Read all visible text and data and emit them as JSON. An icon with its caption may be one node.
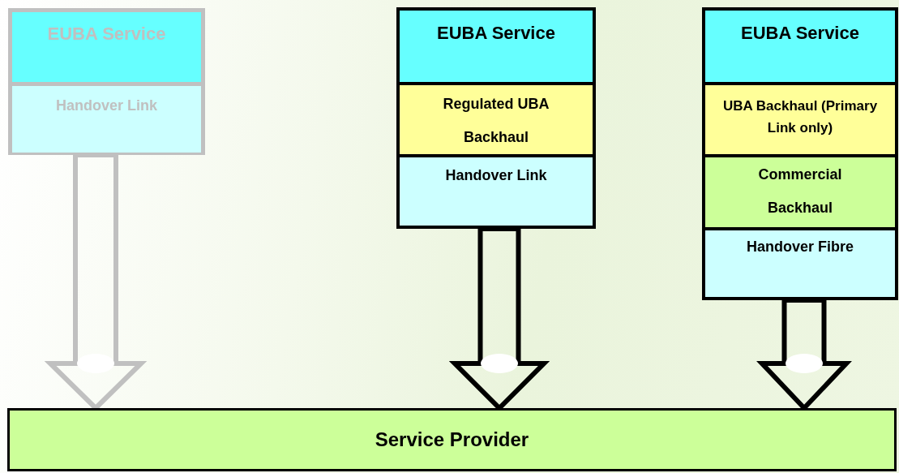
{
  "diagram": {
    "nodes": [
      {
        "text": [],
        "shape": "box"
      },
      {
        "text": [
          "EUBA Service"
        ],
        "in": 0
      },
      {
        "text": [
          "Handover Link"
        ],
        "in": 0
      },
      {
        "text": [],
        "shape": "box"
      },
      {
        "text": [
          "EUBA Service"
        ],
        "in": 3
      },
      {
        "text": [
          "Regulated UBA Backhaul"
        ],
        "in": 3
      },
      {
        "text": [
          "Handover Link"
        ],
        "in": 3
      },
      {
        "text": [],
        "shape": "box"
      },
      {
        "text": [
          "EUBA Service"
        ],
        "in": 7
      },
      {
        "text": [
          "UBA Backhaul (Primary Link only)"
        ],
        "in": 7
      },
      {
        "text": [
          "Commercial Backhaul"
        ],
        "in": 7
      },
      {
        "text": [
          "Handover Fibre"
        ],
        "in": 7
      },
      {
        "text": [
          "Service Provider"
        ]
      }
    ],
    "edges": [
      {
        "from": 0,
        "to": 12,
        "arrow": "to",
        "color": "#c0c0c0"
      },
      {
        "from": 3,
        "to": 12,
        "arrow": "to"
      },
      {
        "from": 7,
        "to": 12,
        "arrow": "to"
      }
    ]
  }
}
